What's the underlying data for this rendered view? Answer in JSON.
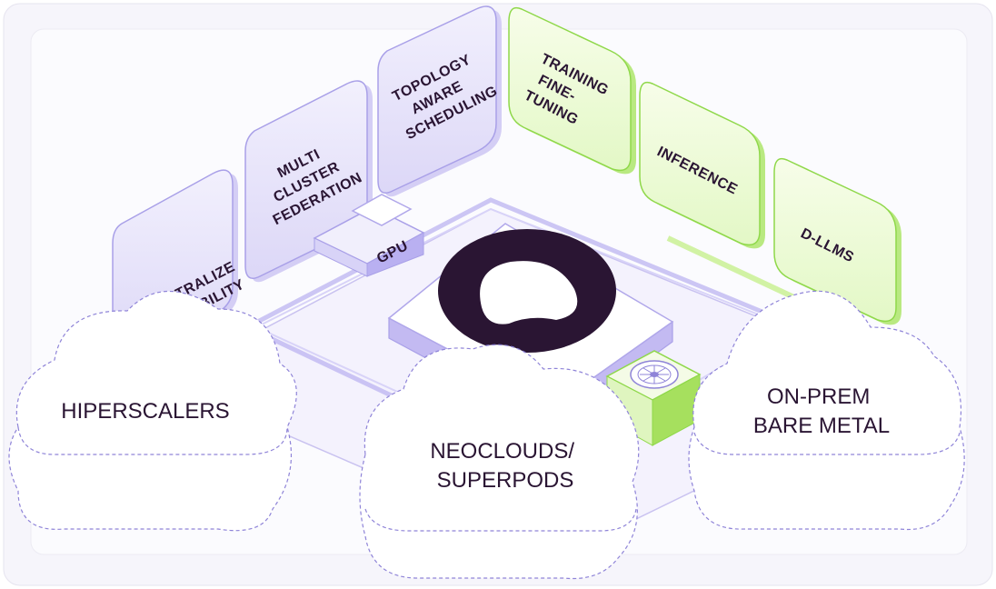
{
  "colors": {
    "purple_tile": "#ebe8fb",
    "purple_stroke": "#a9a0e8",
    "green_tile": "#f2fce0",
    "green_stroke": "#8fd84a",
    "dark": "#2a1533",
    "cloud_dash": "#8f84d8"
  },
  "capabilities": [
    {
      "lines": [
        "CENTRALIZE",
        "D VISIBILITY"
      ],
      "tone": "purple"
    },
    {
      "lines": [
        "MULTI",
        "CLUSTER",
        "FEDERATION"
      ],
      "tone": "purple"
    },
    {
      "lines": [
        "TOPOLOGY",
        "AWARE",
        "SCHEDULING"
      ],
      "tone": "purple"
    }
  ],
  "workloads": [
    {
      "lines": [
        "TRAINING",
        "FINE-",
        "TUNING"
      ],
      "tone": "green"
    },
    {
      "lines": [
        "INFERENCE"
      ],
      "tone": "green"
    },
    {
      "lines": [
        "D-LLMS"
      ],
      "tone": "green"
    }
  ],
  "hardware": {
    "gpu_label": "GPU",
    "fan_icon": "fan-icon",
    "logo_icon": "ring-logo-icon"
  },
  "environments": [
    {
      "lines": [
        "HIPERSCALERS"
      ]
    },
    {
      "lines": [
        "NEOCLOUDS/",
        "SUPERPODS"
      ]
    },
    {
      "lines": [
        "ON-PREM",
        "BARE METAL"
      ]
    }
  ]
}
